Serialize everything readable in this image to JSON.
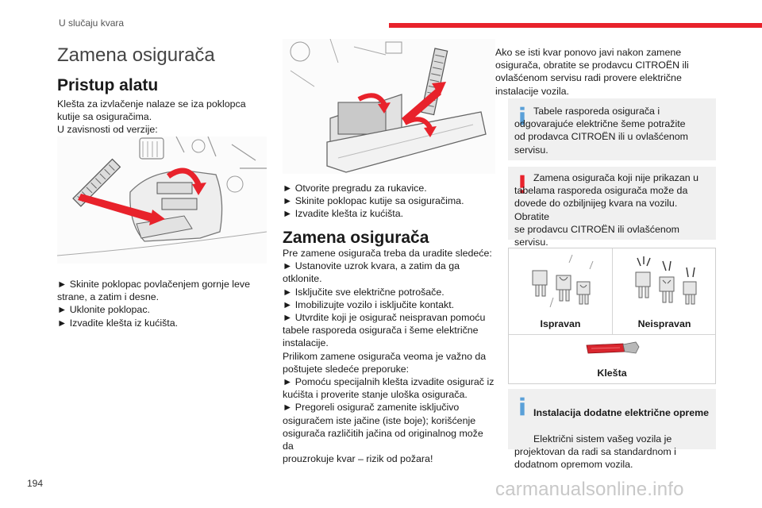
{
  "header": {
    "section": "U slučaju kvara",
    "page_number": "194",
    "accent_color": "#e8222b"
  },
  "title": "Zamena osigurača",
  "column1": {
    "heading": "Pristup alatu",
    "intro": "Klešta za izvlačenje nalaze se iza poklopca\nkutije sa osiguračima.\nU zavisnosti od verzije:",
    "steps": "► Skinite poklopac povlačenjem gornje leve\nstrane, a zatim i desne.\n► Uklonite poklopac.\n► Izvadite klešta iz kućišta."
  },
  "column2": {
    "steps": "► Otvorite pregradu za rukavice.\n► Skinite poklopac kutije sa osiguračima.\n► Izvadite klešta iz kućišta.",
    "heading": "Zamena osigurača",
    "body": "Pre zamene osigurača treba da uradite sledeće:\n► Ustanovite uzrok kvara, a zatim da ga\notklonite.\n► Isključite sve električne potrošače.\n► Imobilizujte vozilo i isključite kontakt.\n► Utvrdite koji je osigurač neispravan pomoću\ntabele rasporeda osigurača i šeme električne\ninstalacije.\nPrilikom zamene osigurača veoma je važno da\npoštujete sledeće preporuke:\n► Pomoću specijalnih klešta izvadite osigurač iz\nkućišta i proverite stanje uloška osigurača.\n► Pregoreli osigurač zamenite isključivo\nosiguračem iste jačine (iste boje); korišćenje\nosigurača različitih jačina od originalnog može da\nprouzrokuje kvar – rizik od požara!"
  },
  "column3": {
    "intro": "Ako se isti kvar ponovo javi nakon zamene\nosigurača, obratite se prodavcu CITROËN ili\novlašćenom servisu radi provere električne\ninstalacije vozila.",
    "info_note": "Tabele rasporeda osigurača i\nodgovarajuće električne šeme potražite\nod prodavca CITROËN ili u ovlašćenom\nservisu.",
    "warning_note": "Zamena osigurača koji nije prikazan u\ntabelama rasporeda osigurača može da\ndovede do ozbiljnijeg kvara na vozilu. Obratite\nse prodavcu CITROËN ili ovlašćenom\nservisu.",
    "table": {
      "good_label": "Ispravan",
      "bad_label": "Neispravan",
      "pliers_label": "Klešta"
    },
    "bottom_note_title": "Instalacija dodatne električne opreme",
    "bottom_note_text": "Električni sistem vašeg vozila je\nprojektovan da radi sa standardnom i\ndodatnom opremom vozila."
  },
  "watermark": "carmanualsonline.info",
  "icons": {
    "info": "info-icon",
    "warning": "warning-icon"
  },
  "colors": {
    "info_blue": "#5aa0d8",
    "warning_red": "#e8222b"
  }
}
